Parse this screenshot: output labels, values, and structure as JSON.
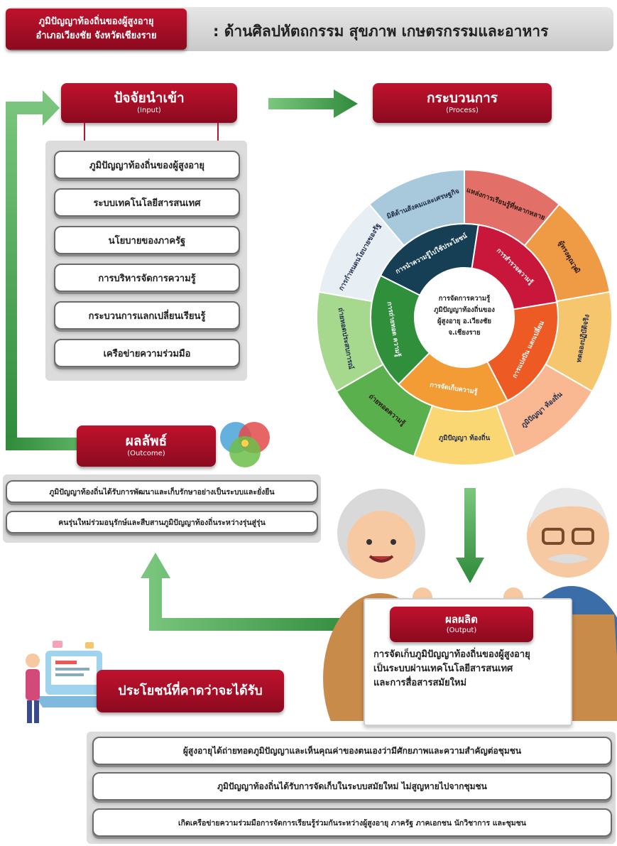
{
  "header": {
    "badge_line1": "ภูมิปัญญาท้องถิ่นของผู้สูงอายุ",
    "badge_line2": "อำเภอเวียงชัย จังหวัดเชียงราย",
    "topic": ": ด้านศิลปหัตถกรรม สุขภาพ เกษตรกรรมและอาหาร"
  },
  "input": {
    "title": "ปัจจัยนำเข้า",
    "subtitle": "(Input)",
    "items": [
      "ภูมิปัญญาท้องถิ่นของผู้สูงอายุ",
      "ระบบเทคโนโลยีสารสนเทศ",
      "นโยบายของภาครัฐ",
      "การบริหารจัดการความรู้",
      "กระบวนการแลกเปลี่ยนเรียนรู้",
      "เครือข่ายความร่วมมือ"
    ]
  },
  "process": {
    "title": "กระบวนการ",
    "subtitle": "(Process)",
    "center": [
      "การจัดการความรู้",
      "ภูมิปัญญาท้องถิ่นของ",
      "ผู้สูงอายุ อ.เวียงชัย",
      "จ.เชียงราย"
    ],
    "inner": [
      {
        "label": "การสำรวจความรู้",
        "color": "#c8173a"
      },
      {
        "label": "การแบ่งปัน แลกเปลี่ยน",
        "color": "#ee5a24"
      },
      {
        "label": "การจัดเก็บความรู้",
        "color": "#f39c35"
      },
      {
        "label": "การถ่ายทอด ความรู้",
        "color": "#2f8f3b"
      },
      {
        "label": "การนำความรู้ไปใช้ประโยชน์",
        "color": "#163f55"
      }
    ],
    "outer": [
      {
        "label": "แหล่งการเรียนรู้ที่หลากหลาย",
        "color": "#e26f68"
      },
      {
        "label": "ผู้ทรงคุณวุฒิ",
        "color": "#ef9a44"
      },
      {
        "label": "ทดลองปฏิบัติจริง",
        "color": "#f6c66e"
      },
      {
        "label": "ภูมิปัญญา ท้องถิ่น",
        "color": "#f9b792"
      },
      {
        "label": "ภูมิปัญญา ท้องถิ่น",
        "color": "#fbd774"
      },
      {
        "label": "ถ่ายทอดความรู้",
        "color": "#5bb04e"
      },
      {
        "label": "ถ่ายทอดประสบการณ์",
        "color": "#a6d88e"
      },
      {
        "label": "การกำหนดนโยบายของรัฐ",
        "color": "#e7eef4"
      },
      {
        "label": "มิติด้านสังคมและเศรษฐกิจ",
        "color": "#a8c9dc"
      }
    ]
  },
  "outcome": {
    "title": "ผลลัพธ์",
    "subtitle": "(Outcome)",
    "items": [
      "ภูมิปัญญาท้องถิ่นได้รับการพัฒนาและเก็บรักษาอย่างเป็นระบบและยั่งยืน",
      "คนรุ่นใหม่ร่วมอนุรักษ์และสืบสานภูมิปัญญาท้องถิ่นระหว่างรุ่นสู่รุ่น"
    ]
  },
  "output": {
    "title": "ผลผลิต",
    "subtitle": "(Output)",
    "line1": "การจัดเก็บภูมิปัญญาท้องถิ่นของผู้สูงอายุ",
    "line2": "เป็นระบบผ่านเทคโนโลยีสารสนเทศ",
    "line3": "และการสื่อสารสมัยใหม่"
  },
  "benefits": {
    "title": "ประโยชน์ที่คาดว่าจะได้รับ",
    "items": [
      "ผู้สูงอายุได้ถ่ายทอดภูมิปัญญาและเห็นคุณค่าของตนเองว่ามีศักยภาพและความสำคัญต่อชุมชน",
      "ภูมิปัญญาท้องถิ่นได้รับการจัดเก็บในระบบสมัยใหม่ ไม่สูญหายไปจากชุมชน",
      "เกิดเครือข่ายความร่วมมือการจัดการเรียนรู้ร่วมกันระหว่างผู้สูงอายุ ภาครัฐ ภาคเอกชน นักวิชาการ และชุมชน"
    ]
  }
}
